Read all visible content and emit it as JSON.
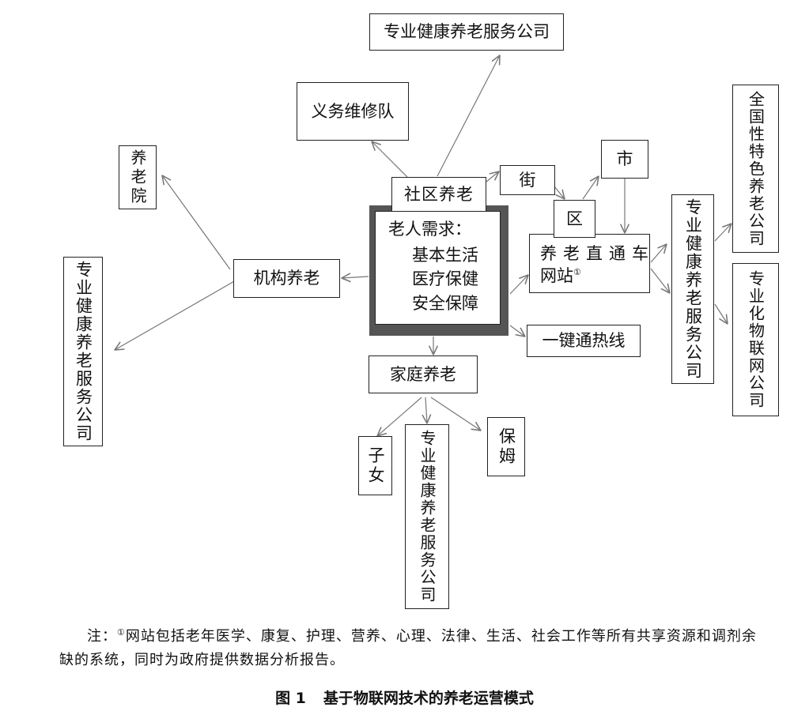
{
  "diagram": {
    "top_company": "专业健康养老服务公司",
    "maintenance_team": "义务维修队",
    "nursing_home": "养老院",
    "community_care": "社区养老",
    "street": "街",
    "city": "市",
    "district": "区",
    "needs": {
      "title": "老人需求：",
      "items": [
        "基本生活",
        "医疗保健",
        "安全保障"
      ]
    },
    "website": {
      "line1": "养老直通车",
      "line2": "网站",
      "note_mark": "①"
    },
    "right_company": "专业健康养老服务公司",
    "national_company": "全国性特色养老公司",
    "iot_company": "专业化物联网公司",
    "institutional_care": "机构养老",
    "left_company": "专业健康养老服务公司",
    "hotline": "一键通热线",
    "home_care": "家庭养老",
    "children": "子女",
    "home_company": "专业健康养老服务公司",
    "nanny": "保姆"
  },
  "note": {
    "prefix": "注：",
    "mark": "①",
    "line1": "网站包括老年医学、康复、护理、营养、心理、法律、生活、社会工作等所有共享资源和调剂余",
    "line2": "缺的系统，同时为政府提供数据分析报告。"
  },
  "caption": {
    "label": "图 1",
    "title": "基于物联网技术的养老运营模式"
  },
  "colors": {
    "frame": "#555555",
    "arrow": "#777777",
    "border": "#222222"
  }
}
